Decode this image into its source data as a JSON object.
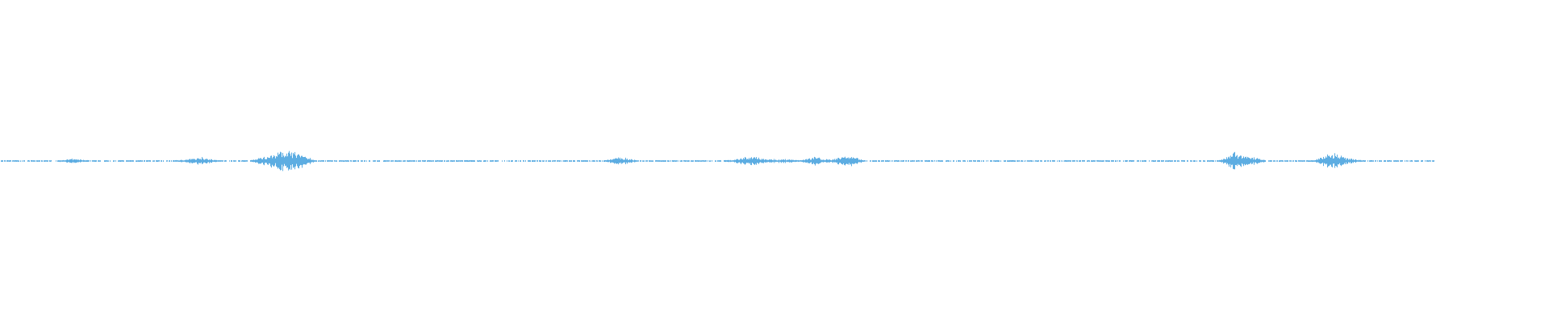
{
  "chart_data": {
    "type": "waveform",
    "color": "#5dade2",
    "amplitude_range": [
      -1,
      1
    ],
    "envelope": [
      0.004,
      0.004,
      0.004,
      0.004,
      0.015,
      0.006,
      0.004,
      0.003,
      0.004,
      0.004,
      0.004,
      0.01,
      0.03,
      0.004,
      0.004,
      0.006,
      0.035,
      0.07,
      0.06,
      0.004,
      0.004,
      0.004,
      0.004,
      0.004,
      0.004,
      0.004,
      0.004,
      0.004,
      0.004,
      0.004,
      0.004,
      0.004,
      0.004,
      0.004,
      0.004,
      0.004,
      0.004,
      0.006,
      0.03,
      0.004,
      0.004,
      0.004,
      0.004,
      0.004,
      0.004,
      0.01,
      0.035,
      0.012,
      0.015,
      0.006,
      0.03,
      0.008,
      0.045,
      0.006,
      0.004,
      0.004,
      0.004,
      0.004,
      0.004,
      0.004,
      0.004,
      0.004,
      0.004,
      0.004,
      0.004,
      0.004,
      0.004,
      0.004,
      0.004,
      0.004,
      0.004,
      0.004,
      0.004,
      0.004,
      0.004,
      0.006,
      0.065,
      0.03,
      0.004,
      0.004,
      0.004,
      0.008,
      0.06,
      0.02,
      0.004,
      0.004,
      0.004,
      0.004,
      0.004
    ]
  }
}
